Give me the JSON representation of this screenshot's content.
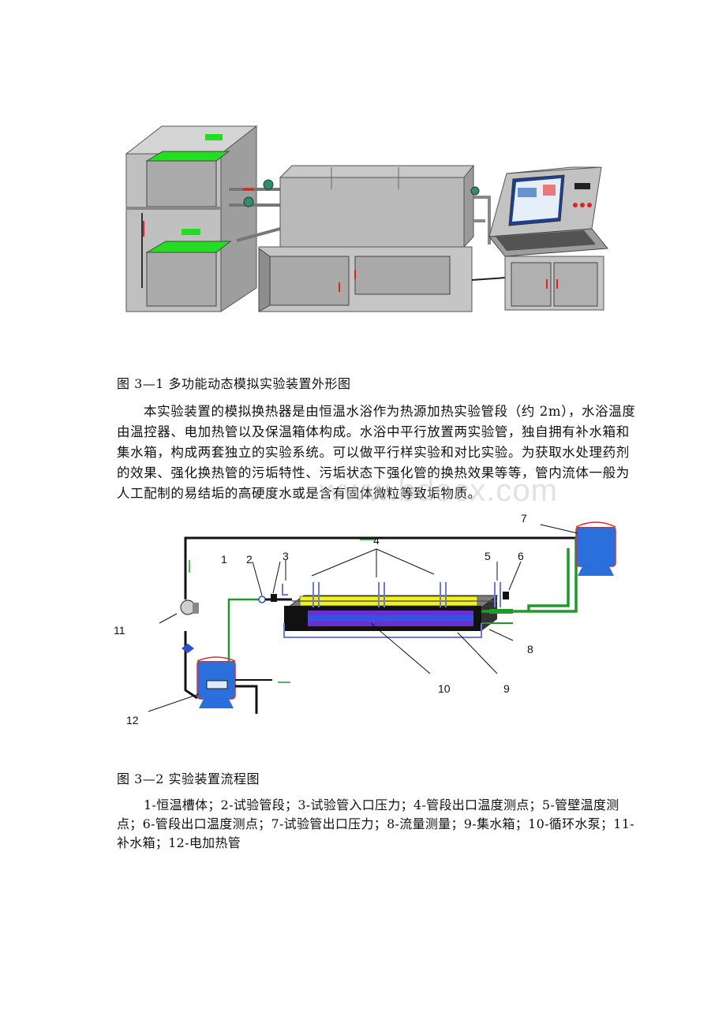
{
  "figure1": {
    "caption": "图 3—1 多功能动态模拟实验装置外形图"
  },
  "paragraph": "本实验装置的模拟换热器是由恒温水浴作为热源加热实验管段（约 2m），水浴温度由温控器、电加热管以及保温箱体构成。水浴中平行放置两实验管，独自拥有补水箱和集水箱，构成两套独立的实验系统。可以做平行样实验和对比实验。为获取水处理药剂的效果、强化换热管的污垢特性、污垢状态下强化管的换热效果等等，管内流体一般为人工配制的易结垢的高硬度水或是含有固体微粒等致垢物质。",
  "watermark": "www.bdocx.com",
  "figure2": {
    "caption": "图 3—2 实验装置流程图",
    "labels": [
      "1",
      "2",
      "3",
      "4",
      "5",
      "6",
      "7",
      "8",
      "9",
      "10",
      "11",
      "12"
    ]
  },
  "legend": "1-恒温槽体；2-试验管段；3-试验管入口压力；4-管段出口温度测点；5-管壁温度测点；6-管段出口温度测点；7-试验管出口压力；8-流量测量；9-集水箱；10-循环水泵；11-补水箱；12-电加热管",
  "colors": {
    "green_panel": "#22dd22",
    "gray_body": "#b9b9b9",
    "water_blue": "#2a6fdb",
    "pipe_green": "#1f9a2a",
    "heater_yellow": "#f2f21a"
  }
}
